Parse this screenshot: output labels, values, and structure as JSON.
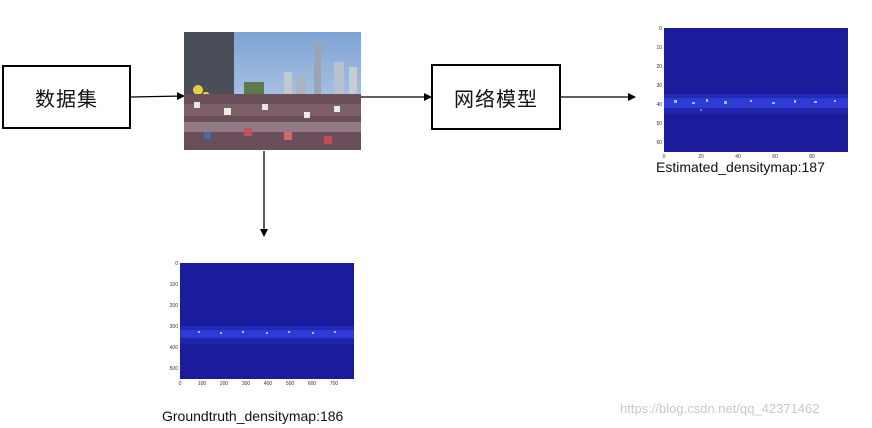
{
  "nodes": {
    "dataset": {
      "label": "数据集"
    },
    "model": {
      "label": "网络模型"
    }
  },
  "captions": {
    "estimated": "Estimated_densitymap:187",
    "groundtruth": "Groundtruth_densitymap:186"
  },
  "estimated_map": {
    "y_ticks": [
      "0",
      "10",
      "20",
      "30",
      "40",
      "50",
      "60"
    ],
    "x_ticks": [
      "0",
      "20",
      "40",
      "60",
      "80"
    ]
  },
  "groundtruth_map": {
    "y_ticks": [
      "0",
      "100",
      "200",
      "300",
      "400",
      "500"
    ],
    "x_ticks": [
      "0",
      "100",
      "200",
      "300",
      "400",
      "500",
      "600",
      "700"
    ]
  },
  "watermark": "https://blog.csdn.net/qq_42371462",
  "colors": {
    "map_background": "#1a1c9c",
    "density_band": "#3a48f0",
    "hotspot": "#8cc8ff",
    "sky": "#a9c4e8",
    "crowd": "#6a4f5a"
  }
}
